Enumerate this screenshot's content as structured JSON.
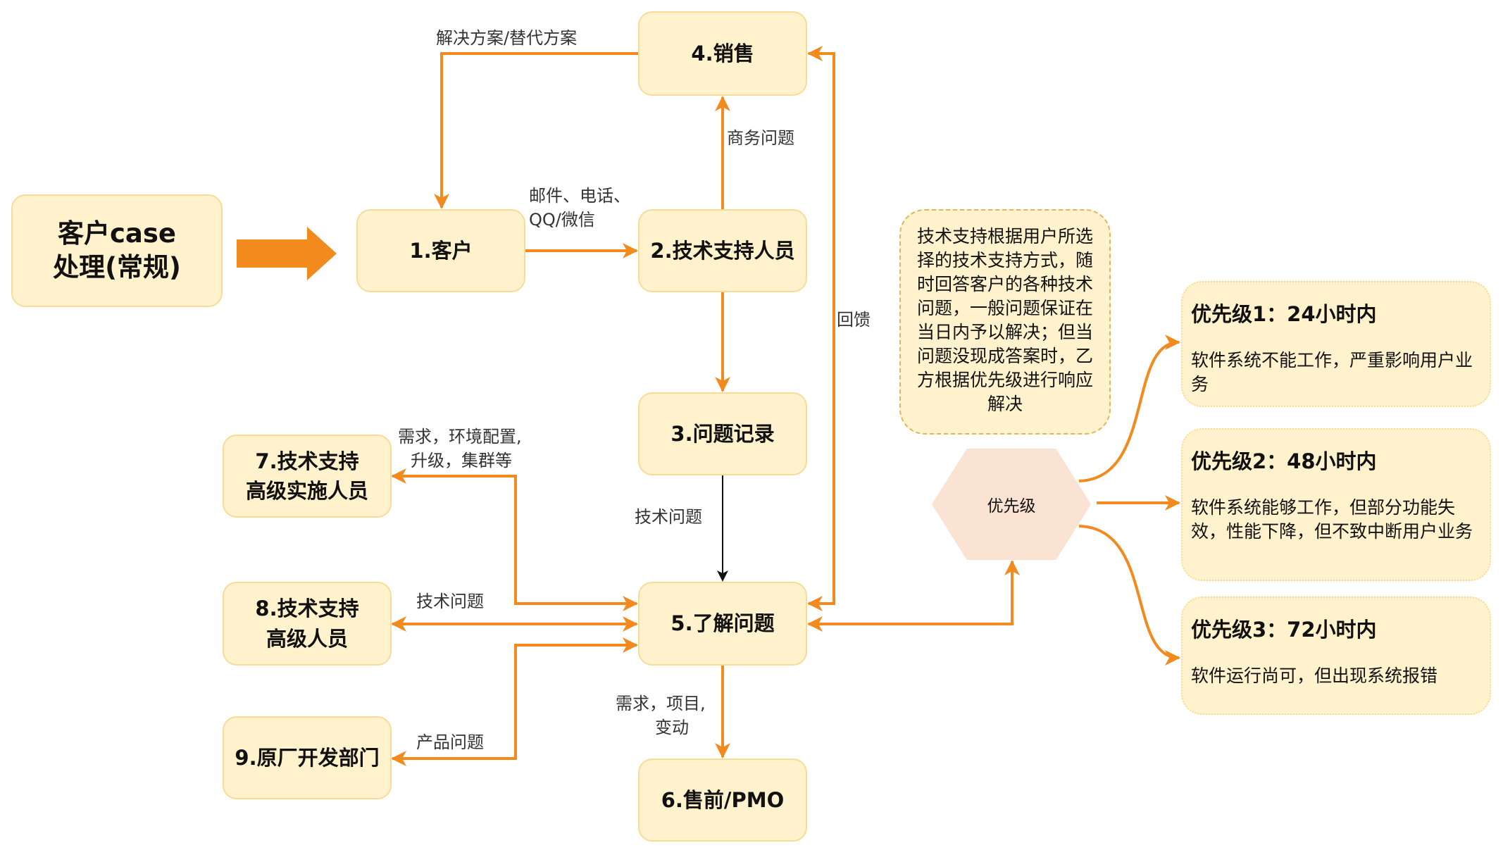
{
  "title_box": {
    "line1": "客户case",
    "line2": "处理(常规)"
  },
  "nodes": {
    "n1": "1.客户",
    "n2": "2.技术支持人员",
    "n3": "3.问题记录",
    "n4": "4.销售",
    "n5": "5.了解问题",
    "n6": "6.售前/PMO",
    "n7": {
      "line1": "7.技术支持",
      "line2": "高级实施人员"
    },
    "n8": {
      "line1": "8.技术支持",
      "line2": "高级人员"
    },
    "n9": "9.原厂开发部门"
  },
  "edge_labels": {
    "solution": "解决方案/替代方案",
    "contact_line1": "邮件、电话、",
    "contact_line2": "QQ/微信",
    "business": "商务问题",
    "feedback": "回馈",
    "tech_issue_3_5": "技术问题",
    "req_line1": "需求，环境配置,",
    "req_line2": "升级，集群等",
    "tech_issue_8": "技术问题",
    "product_issue": "产品问题",
    "presale_line1": "需求，项目,",
    "presale_line2": "变动"
  },
  "note": "技术支持根据用户所选择的技术支持方式，随时回答客户的各种技术问题，一般问题保证在当日内予以解决；但当问题没现成答案时，乙方根据优先级进行响应解决",
  "priority_hub": "优先级",
  "priorities": [
    {
      "title": "优先级1：24小时内",
      "desc": "软件系统不能工作，严重影响用户业务"
    },
    {
      "title": "优先级2：48小时内",
      "desc": "软件系统能够工作，但部分功能失效，性能下降，但不致中断用户业务"
    },
    {
      "title": "优先级3：72小时内",
      "desc": "软件运行尚可，但出现系统报错"
    }
  ],
  "colors": {
    "accent": "#f28a1e",
    "box_fill": "#fff2cc",
    "box_border": "#f6dc97",
    "hex_fill": "#fbe3d3"
  }
}
